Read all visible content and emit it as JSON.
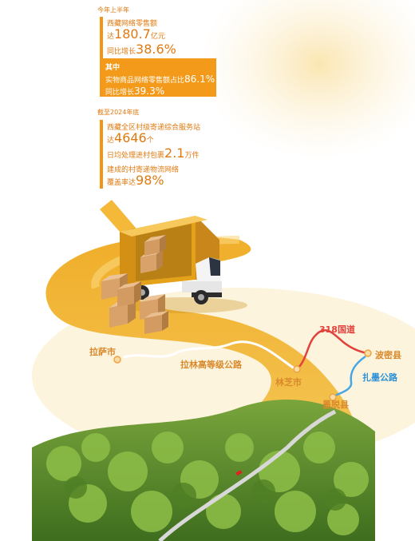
{
  "colors": {
    "accent": "#f39a1a",
    "text_orange": "#e07a10",
    "road_red": "#e2413c",
    "road_blue": "#49a6e6",
    "map_label": "#d9892b",
    "forest": "#5f8f2c",
    "road_yellow": "#f3bc3a"
  },
  "block1": {
    "heading": "今年上半年",
    "line1": "西藏网络零售额",
    "line2_prefix": "达",
    "line2_number": "180.7",
    "line2_unit": "亿元",
    "line3_prefix": "同比增长",
    "line3_number": "38.6%"
  },
  "block2": {
    "heading": "其中",
    "line1_prefix": "实物商品网络零售额占比",
    "line1_number": "86.1%",
    "line2_prefix": "同比增长",
    "line2_number": "39.3%"
  },
  "block3": {
    "heading": "截至2024年底",
    "line1": "西藏全区村级寄递综合服务站",
    "line2_prefix": "达",
    "line2_number": "4646",
    "line2_unit": "个",
    "line3_prefix": "日均处理进村包裹",
    "line3_number": "2.1",
    "line3_unit": "万件",
    "line4": "建成的村寄递物流网络",
    "line5_prefix": "覆盖率达",
    "line5_number": "98%"
  },
  "map": {
    "lhasa": "拉萨市",
    "highway": "拉林高等级公路",
    "nyingchi": "林芝市",
    "road318": "318国道",
    "bomi": "波密县",
    "zhamo": "扎墨公路",
    "medog": "墨脱县"
  }
}
